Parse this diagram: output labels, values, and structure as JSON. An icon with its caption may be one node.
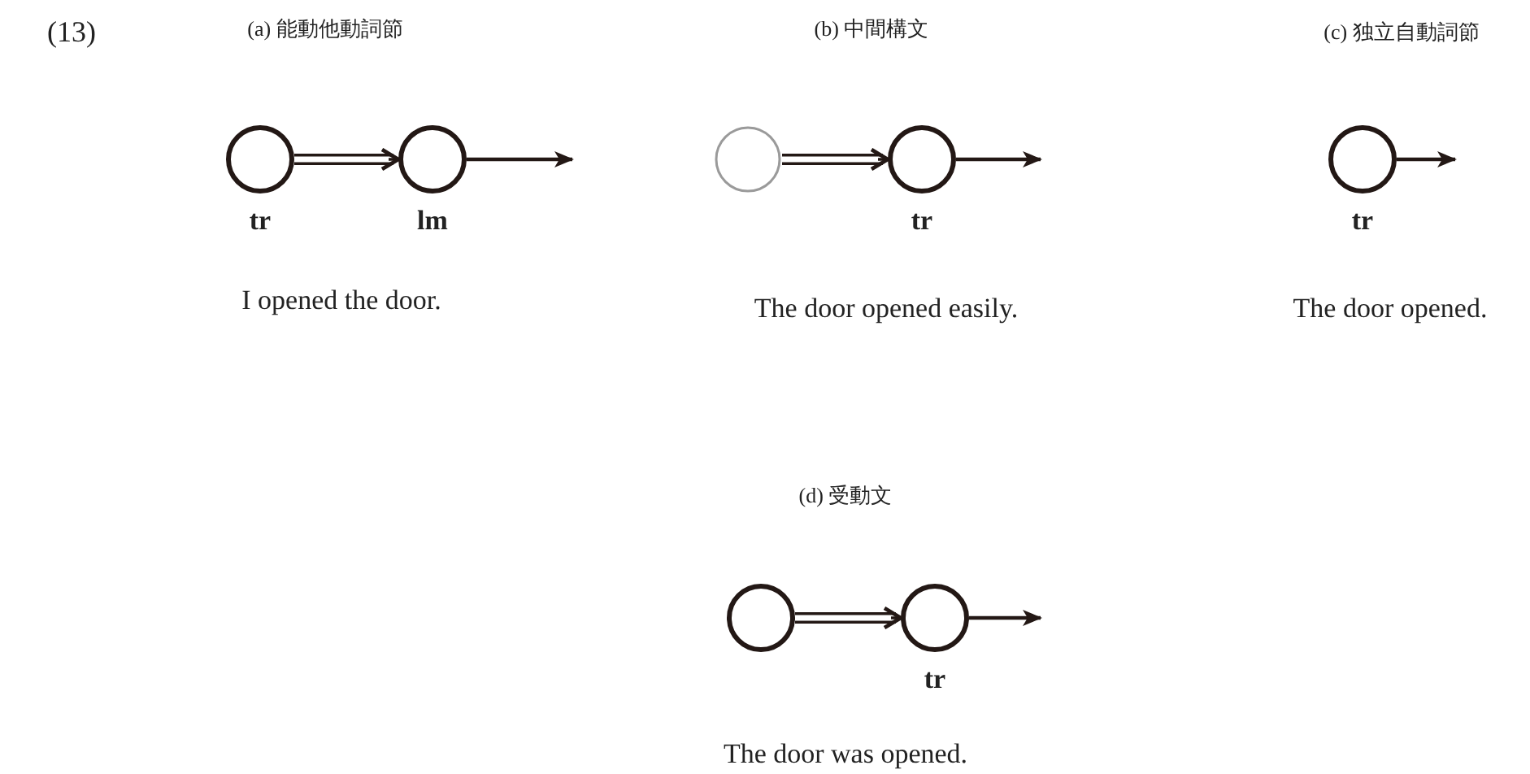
{
  "diagram": {
    "nodes": [
      {
        "text": [],
        "shape": "circle",
        "beside": [
          "tr"
        ]
      },
      {
        "text": [],
        "shape": "circle",
        "beside": [
          "lm"
        ]
      },
      {
        "text": [],
        "shape": "circle"
      },
      {
        "text": [],
        "shape": "circle",
        "beside": [
          "tr"
        ]
      },
      {
        "text": [],
        "shape": "circle",
        "beside": [
          "tr"
        ]
      },
      {
        "text": [],
        "shape": "circle"
      },
      {
        "text": [],
        "shape": "circle",
        "beside": [
          "tr"
        ]
      }
    ],
    "edges": [
      {
        "from": 0,
        "to": 1,
        "arrow": "to"
      },
      {
        "from": 1,
        "to": null,
        "arrow": "to"
      },
      {
        "from": 2,
        "to": 3,
        "arrow": "to"
      },
      {
        "from": 3,
        "to": null,
        "arrow": "to"
      },
      {
        "from": 4,
        "to": null,
        "arrow": "to"
      },
      {
        "from": 5,
        "to": 6,
        "arrow": "to"
      },
      {
        "from": 6,
        "to": null,
        "arrow": "to"
      }
    ],
    "labels": [
      "(13)",
      "(a) 能動他動詞節",
      "(b) 中間構文",
      "(c) 独立自動詞節",
      "I opened  the door.",
      "The door opened easily.",
      "The door opened.",
      "(d) 受動文",
      "The door was opened."
    ]
  }
}
